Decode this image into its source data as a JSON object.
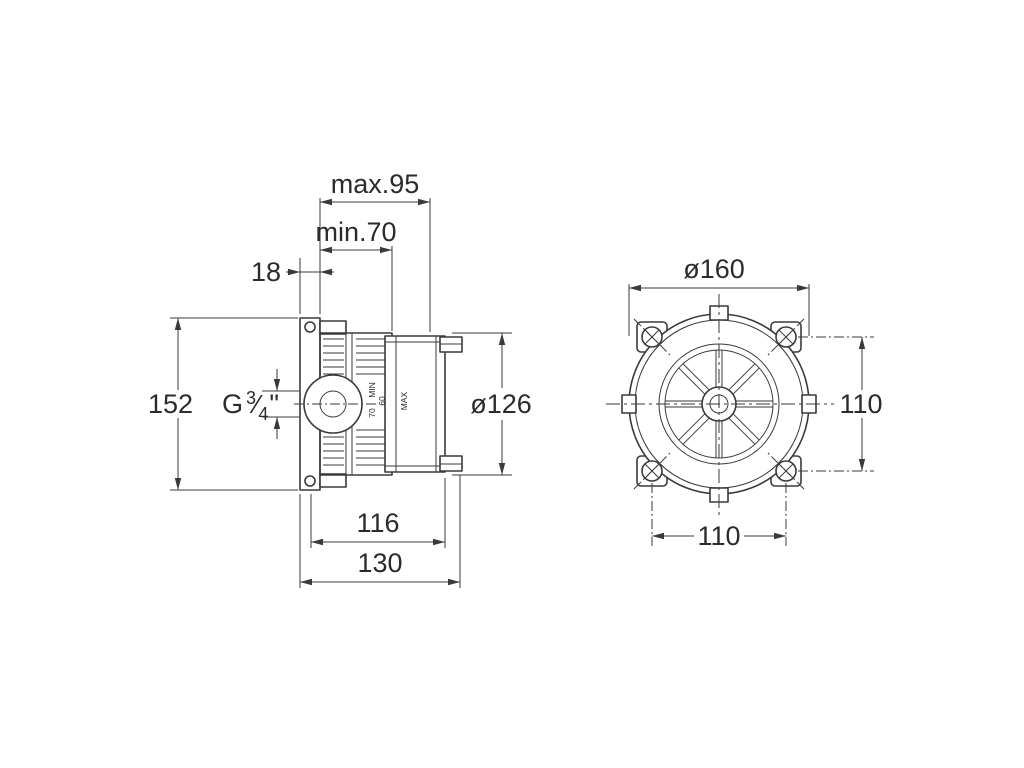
{
  "meta": {
    "background": "#ffffff",
    "line_color": "#3a3a3a",
    "drawing_type": "installation-dimensions-technical-drawing"
  },
  "side_view": {
    "dims": {
      "max_depth": "max.95",
      "min_depth": "min.70",
      "plate_offset": "18",
      "total_height": "152",
      "thread": {
        "prefix": "G",
        "numerator": "3",
        "slash": "⁄",
        "denominator": "4",
        "unit": "\""
      },
      "body_diameter": "ø126",
      "inner_width": "116",
      "outer_width": "130"
    },
    "gauge": {
      "min": "MIN",
      "g70": "70",
      "g60": "60",
      "max": "MAX"
    }
  },
  "front_view": {
    "dims": {
      "outer_diameter": "ø160",
      "vertical_spacing": "110",
      "horizontal_spacing": "110"
    }
  }
}
